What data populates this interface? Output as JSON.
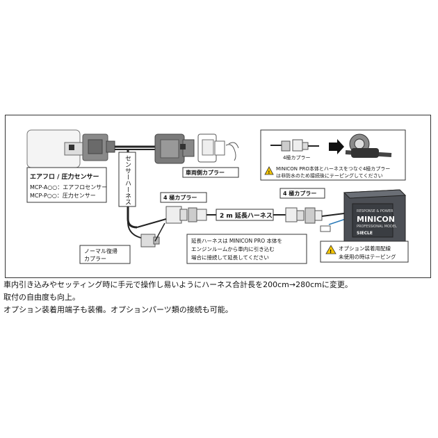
{
  "diagram": {
    "sensor_title": "エアフロ / 圧力センサー",
    "sensor_line1": "MCP-A○○：エアフロセンサー",
    "sensor_line2": "MCP-P○○：圧力センサー",
    "sensor_harness": "センサーハーネス",
    "vehicle_coupler": "車両側カプラー",
    "coupler_4pin_a": "4 極カプラー",
    "coupler_4pin_b": "4 極カプラー",
    "extension_harness": "2 m 延長ハーネス",
    "normal_return_line1": "ノーマル復帰",
    "normal_return_line2": "カプラー",
    "extension_note_line1": "延長ハーネスは MINICON PRO 本体を",
    "extension_note_line2": "エンジンルームから車内に引き込む",
    "extension_note_line3": "場合に接続して延長してください",
    "option_note_line1": "オプション装着用配線",
    "option_note_line2": "未使用の時はテーピング",
    "inset_coupler_label": "4極カプラー",
    "inset_note_line1": "MINICON PRO本体とハーネスをつなぐ4極カプラー",
    "inset_note_line2": "は非防水のため接続後にテーピングしてください",
    "device_brand": "MINICON",
    "device_sub1": "RESPONSE & POWER",
    "device_sub2": "PROFESSIONAL MODEL",
    "device_logo": "SIECLE"
  },
  "captions": {
    "line1": "車内引き込みやセッティング時に手元で操作し易いようにハーネス合計長を200cm→280cmに変更。",
    "line2": "取付の自由度も向上。",
    "line3": "オプション装着用端子も装備。オプションパーツ類の接続も可能。"
  }
}
